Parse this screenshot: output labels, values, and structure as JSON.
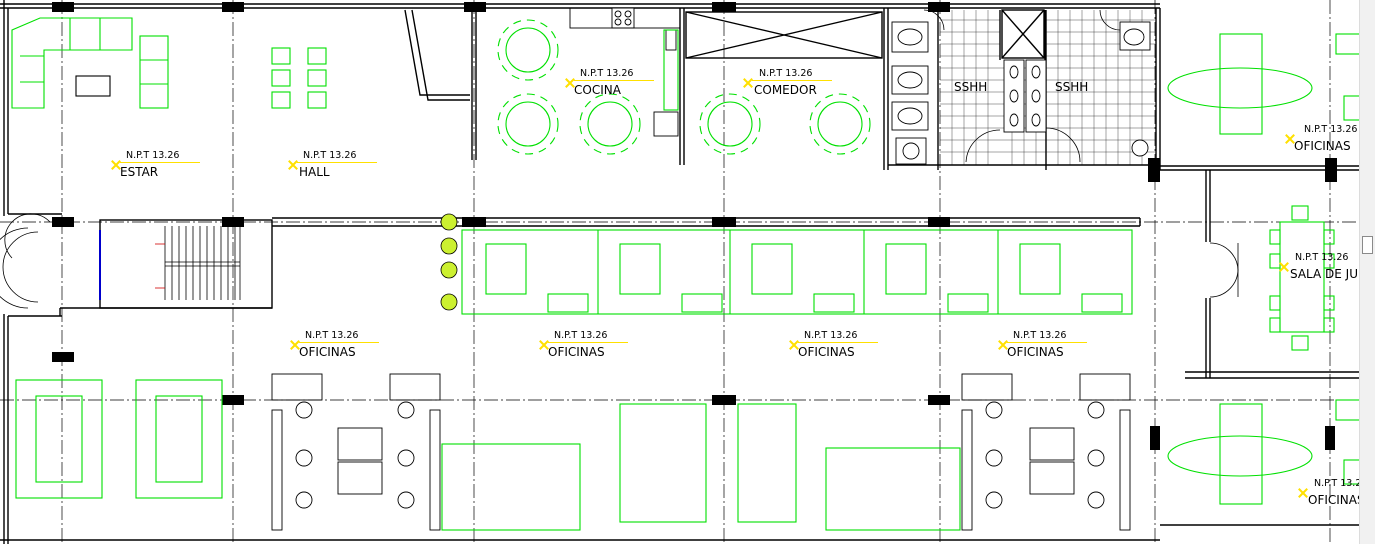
{
  "colors": {
    "wall": "#000000",
    "furniture": "#00e000",
    "level_mark": "#ffe000",
    "column": "#000000",
    "grid": "#000000",
    "floor_tile": "#000000"
  },
  "level_text": "N.P.T 13.26",
  "rooms": [
    {
      "name": "ESTAR"
    },
    {
      "name": "HALL"
    },
    {
      "name": "COCINA"
    },
    {
      "name": "COMEDOR"
    },
    {
      "name": "SSHH"
    },
    {
      "name": "SSHH"
    },
    {
      "name": "OFICINAS"
    },
    {
      "name": "SALA DE JUN"
    },
    {
      "name": "OFICINAS"
    },
    {
      "name": "OFICINAS"
    },
    {
      "name": "OFICINAS"
    },
    {
      "name": "OFICINAS"
    },
    {
      "name": "OFICINAS"
    }
  ],
  "icons": {
    "scrollbar": "vertical-scrollbar"
  }
}
